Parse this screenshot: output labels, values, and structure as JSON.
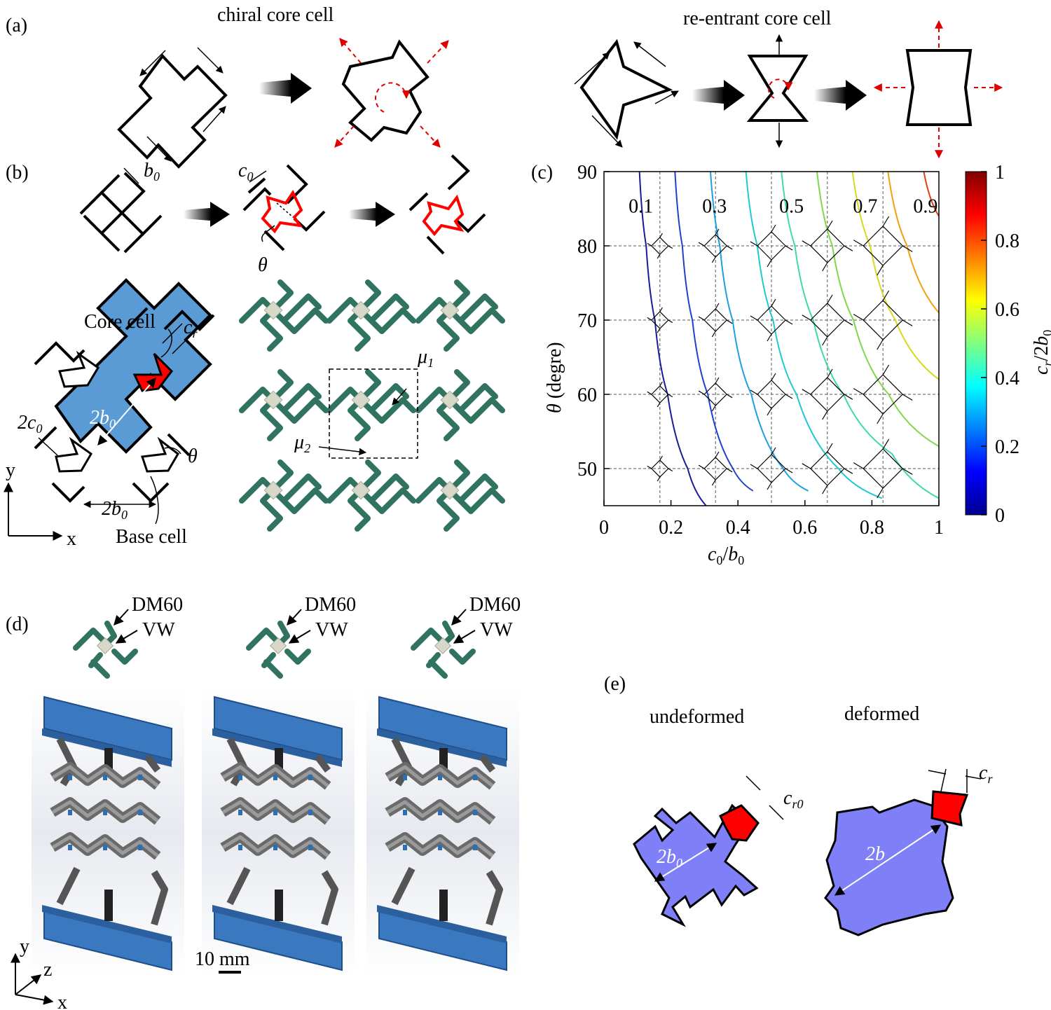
{
  "panels": {
    "a": "(a)",
    "b": "(b)",
    "c": "(c)",
    "d": "(d)",
    "e": "(e)"
  },
  "panel_a": {
    "chiral_title": "chiral core cell",
    "reentrant_title": "re-entrant core cell"
  },
  "panel_b": {
    "b0": "b",
    "b0_sub": "0",
    "c0": "c",
    "c0_sub": "0",
    "theta": "θ",
    "core_cell": "Core cell",
    "cr": "c",
    "cr_sub": "r",
    "two_b0": "2b",
    "two_b0_sub": "0",
    "two_c0": "2c",
    "two_c0_sub": "0",
    "base_cell": "Base cell",
    "axis_x": "x",
    "axis_y": "y",
    "mu1": "μ",
    "mu1_sub": "1",
    "mu2": "μ",
    "mu2_sub": "2"
  },
  "panel_d": {
    "material_1": "DM60",
    "material_2": "VW",
    "scale_bar": "10 mm",
    "axis_x": "x",
    "axis_y": "y",
    "axis_z": "z"
  },
  "panel_e": {
    "undeformed": "undeformed",
    "deformed": "deformed",
    "cr0": "c",
    "cr0_sub": "r0",
    "cr": "c",
    "cr_sub": "r",
    "two_b0": "2b",
    "two_b0_sub": "0",
    "two_b": "2b"
  },
  "colors": {
    "core_red": "#ff0000",
    "base_blue": "#5b9bd5",
    "deformed_purple": "#7f7ff7",
    "lattice_green": "#2f7360",
    "fixture_blue": "#3a78c0"
  },
  "chart_data": {
    "type": "line",
    "xlabel": "c0/b0",
    "ylabel": "θ (degre)",
    "xlim": [
      0,
      1
    ],
    "ylim": [
      45,
      90
    ],
    "xticks": [
      "0",
      "0.2",
      "0.4",
      "0.6",
      "0.8",
      "1"
    ],
    "yticks": [
      "50",
      "60",
      "70",
      "80",
      "90"
    ],
    "colorbar_label": "cr/2b0",
    "colorbar_ticks": [
      "0",
      "0.2",
      "0.4",
      "0.6",
      "0.8",
      "1"
    ],
    "contour_labels": [
      "0.1",
      "0.3",
      "0.5",
      "0.7",
      "0.9"
    ],
    "grid_x": [
      0.167,
      0.333,
      0.5,
      0.667,
      0.833
    ],
    "grid_y": [
      50,
      60,
      70,
      80
    ],
    "series": [
      {
        "level": 0.05,
        "color": "#1a1a9a",
        "points": [
          [
            0.106,
            90
          ],
          [
            0.126,
            80
          ],
          [
            0.152,
            70
          ],
          [
            0.19,
            60
          ],
          [
            0.25,
            50
          ],
          [
            0.305,
            45
          ]
        ]
      },
      {
        "level": 0.1,
        "color": "#2040d0",
        "points": [
          [
            0.212,
            90
          ],
          [
            0.234,
            80
          ],
          [
            0.264,
            70
          ],
          [
            0.31,
            60
          ],
          [
            0.385,
            50
          ],
          [
            0.445,
            47
          ]
        ]
      },
      {
        "level": 0.2,
        "color": "#1da0e0",
        "points": [
          [
            0.318,
            90
          ],
          [
            0.346,
            80
          ],
          [
            0.384,
            70
          ],
          [
            0.44,
            60
          ],
          [
            0.535,
            50
          ],
          [
            0.61,
            47
          ]
        ]
      },
      {
        "level": 0.3,
        "color": "#20c8d0",
        "points": [
          [
            0.424,
            90
          ],
          [
            0.458,
            80
          ],
          [
            0.505,
            70
          ],
          [
            0.575,
            60
          ],
          [
            0.7,
            50
          ],
          [
            0.83,
            46
          ]
        ]
      },
      {
        "level": 0.4,
        "color": "#40d8b0",
        "points": [
          [
            0.53,
            90
          ],
          [
            0.57,
            80
          ],
          [
            0.625,
            70
          ],
          [
            0.715,
            60
          ],
          [
            0.86,
            52
          ],
          [
            1.0,
            46
          ]
        ]
      },
      {
        "level": 0.5,
        "color": "#7ed84a",
        "points": [
          [
            0.636,
            90
          ],
          [
            0.682,
            80
          ],
          [
            0.745,
            70
          ],
          [
            0.85,
            60
          ],
          [
            1.0,
            53
          ]
        ]
      },
      {
        "level": 0.6,
        "color": "#d8d820",
        "points": [
          [
            0.742,
            90
          ],
          [
            0.795,
            80
          ],
          [
            0.87,
            70
          ],
          [
            1.0,
            62
          ]
        ]
      },
      {
        "level": 0.7,
        "color": "#f0a010",
        "points": [
          [
            0.848,
            90
          ],
          [
            0.905,
            80
          ],
          [
            1.0,
            71
          ]
        ]
      },
      {
        "level": 0.8,
        "color": "#e04010",
        "points": [
          [
            0.955,
            90
          ],
          [
            1.0,
            84
          ]
        ]
      }
    ]
  }
}
